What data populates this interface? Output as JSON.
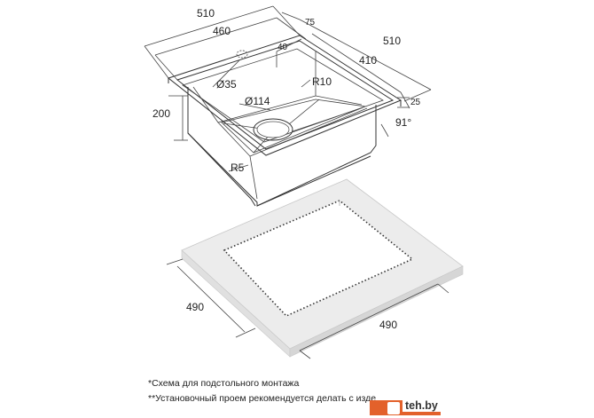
{
  "dimensions": {
    "top_width_outer": "510",
    "top_width_inner": "460",
    "flange_right": "75",
    "depth_side_outer": "510",
    "depth_side_inner": "410",
    "drain_offset": "40",
    "overflow_dia": "Ø35",
    "drain_dia": "Ø114",
    "corner_radius_top": "R10",
    "bowl_depth": "200",
    "flange_height": "25",
    "angle": "91°",
    "corner_radius_bottom": "R5",
    "cutout_left": "490",
    "cutout_right": "490"
  },
  "notes": {
    "line1": "*Схема для подстольного монтажа",
    "line2": "**Установочный проем рекомендуется делать с изде"
  },
  "brand": {
    "text": "teh.by"
  }
}
